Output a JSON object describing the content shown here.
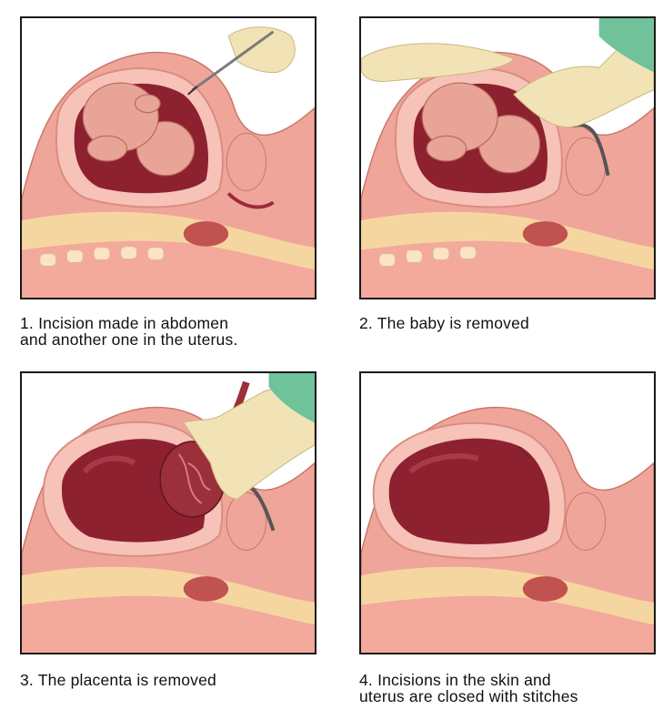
{
  "steps": [
    {
      "number": "1.",
      "line1": "Incision made in abdomen",
      "line2": "and another one in the uterus.",
      "illustration": "incision-illustration"
    },
    {
      "number": "2.",
      "line1": "The baby is removed",
      "line2": "",
      "illustration": "baby-removal-illustration"
    },
    {
      "number": "3.",
      "line1": "The placenta is removed",
      "line2": "",
      "illustration": "placenta-removal-illustration"
    },
    {
      "number": "4.",
      "line1": "Incisions in the skin and",
      "line2": "uterus are closed with stitches",
      "illustration": "stitched-uterus-illustration"
    }
  ],
  "colors": {
    "skin": "#f0a59a",
    "skin_dark": "#e08779",
    "tissue": "#f7c2b8",
    "fat_layer": "#f6d6a0",
    "cavity": "#8e2130",
    "cavity_light": "#b8495a",
    "baby": "#e8a496",
    "glove": "#f1e3b5",
    "sleeve": "#6fc29a",
    "outline": "#1a1a1a"
  }
}
